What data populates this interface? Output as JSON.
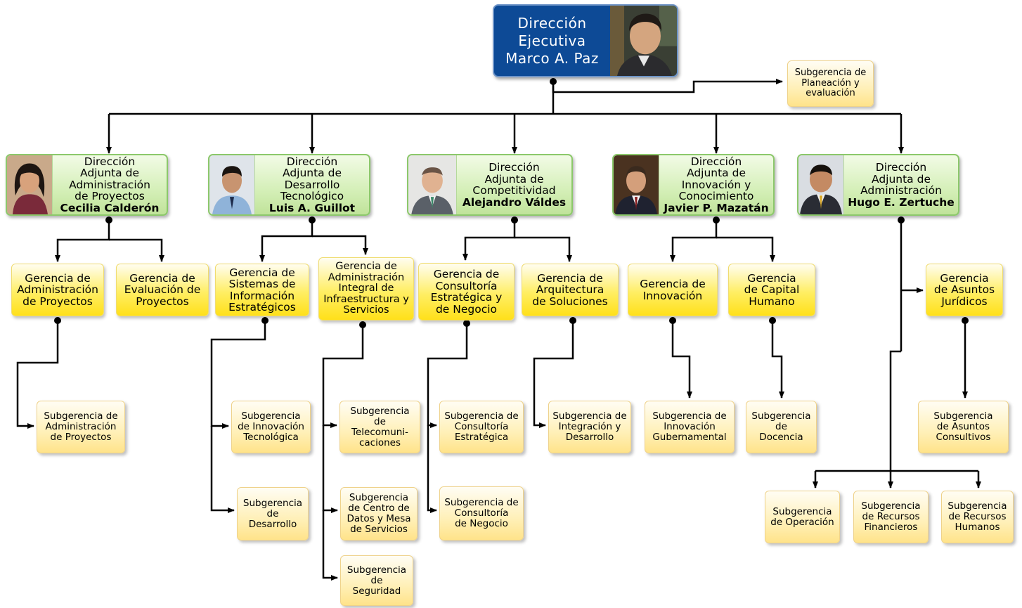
{
  "executive": {
    "lines": [
      "Dirección",
      "Ejecutiva",
      "Marco A. Paz"
    ],
    "color": "#0d4a96"
  },
  "planeacion": {
    "lines": [
      "Subgerencia de",
      "Planeación y",
      "evaluación"
    ]
  },
  "direcciones": [
    {
      "lines": [
        "Dirección",
        "Adjunta de",
        "Administración",
        "de Proyectos"
      ],
      "person": "Cecilia Calderón"
    },
    {
      "lines": [
        "Dirección",
        "Adjunta de",
        "Desarrollo",
        "Tecnológico"
      ],
      "person": "Luis A. Guillot"
    },
    {
      "lines": [
        "Dirección",
        "Adjunta de",
        "Competitividad"
      ],
      "person": "Alejandro Váldes"
    },
    {
      "lines": [
        "Dirección",
        "Adjunta de",
        "Innovación y",
        "Conocimiento"
      ],
      "person": "Javier P. Mazatán"
    },
    {
      "lines": [
        "Dirección",
        "Adjunta de",
        "Administración"
      ],
      "person": "Hugo E. Zertuche"
    }
  ],
  "gerencias": [
    {
      "lines": [
        "Gerencia de",
        "Administración",
        "de Proyectos"
      ]
    },
    {
      "lines": [
        "Gerencia de",
        "Evaluación de",
        "Proyectos"
      ]
    },
    {
      "lines": [
        "Gerencia de",
        "Sistemas de",
        "Información",
        "Estratégicos"
      ]
    },
    {
      "lines": [
        "Gerencia de",
        "Administración",
        "Integral de",
        "Infraestructura y",
        "Servicios"
      ]
    },
    {
      "lines": [
        "Gerencia de",
        "Consultoría",
        "Estratégica y",
        "de Negocio"
      ]
    },
    {
      "lines": [
        "Gerencia de",
        "Arquitectura",
        "de Soluciones"
      ]
    },
    {
      "lines": [
        "Gerencia de",
        "Innovación"
      ]
    },
    {
      "lines": [
        "Gerencia",
        "de Capital",
        "Humano"
      ]
    },
    {
      "lines": [
        "Gerencia",
        "de Asuntos",
        "Jurídicos"
      ]
    }
  ],
  "subgerencias": [
    {
      "lines": [
        "Subgerencia de",
        "Administración",
        "de Proyectos"
      ]
    },
    {
      "lines": [
        "Subgerencia",
        "de Innovación",
        "Tecnológica"
      ]
    },
    {
      "lines": [
        "Subgerencia",
        "de",
        "Desarrollo"
      ]
    },
    {
      "lines": [
        "Subgerencia",
        "de",
        "Telecomuni-",
        "caciones"
      ]
    },
    {
      "lines": [
        "Subgerencia",
        "de Centro de",
        "Datos y Mesa",
        "de Servicios"
      ]
    },
    {
      "lines": [
        "Subgerencia",
        "de",
        "Seguridad"
      ]
    },
    {
      "lines": [
        "Subgerencia de",
        "Consultoría",
        "Estratégica"
      ]
    },
    {
      "lines": [
        "Subgerencia de",
        "Consultoría",
        "de Negocio"
      ]
    },
    {
      "lines": [
        "Subgerencia de",
        "Integración y",
        "Desarrollo"
      ]
    },
    {
      "lines": [
        "Subgerencia de",
        "Innovación",
        "Gubernamental"
      ]
    },
    {
      "lines": [
        "Subgerencia",
        "de",
        "Docencia"
      ]
    },
    {
      "lines": [
        "Subgerencia",
        "de Asuntos",
        "Consultivos"
      ]
    },
    {
      "lines": [
        "Subgerencia",
        "de Operación"
      ]
    },
    {
      "lines": [
        "Subgerencia",
        "de Recursos",
        "Financieros"
      ]
    },
    {
      "lines": [
        "Subgerencia",
        "de Recursos",
        "Humanos"
      ]
    }
  ]
}
